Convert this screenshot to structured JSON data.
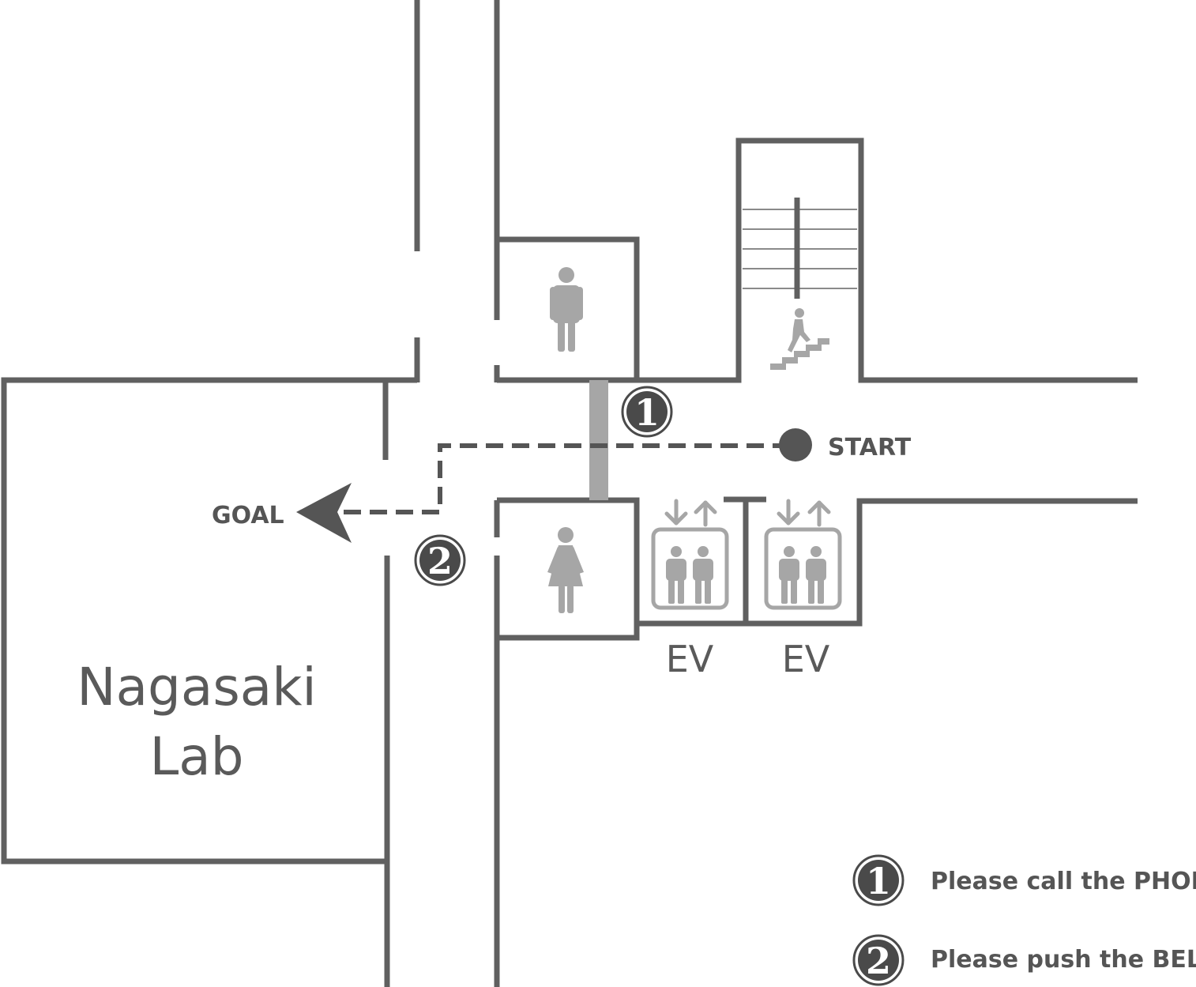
{
  "title": "Nagasaki Lab floor map",
  "room": {
    "line1": "Nagasaki",
    "line2": "Lab"
  },
  "route": {
    "start_label": "START",
    "goal_label": "GOAL"
  },
  "elevators": [
    {
      "label": "EV"
    },
    {
      "label": "EV"
    }
  ],
  "markers": [
    {
      "num": "1"
    },
    {
      "num": "2"
    }
  ],
  "legend": [
    {
      "num": "1",
      "text": "Please call the PHONE"
    },
    {
      "num": "2",
      "text": "Please push the BELL"
    }
  ],
  "colors": {
    "wall": "#606060",
    "icon": "#a6a6a6",
    "route": "#555555",
    "badge": "#4a4a4a"
  },
  "icons": [
    "men-restroom-icon",
    "women-restroom-icon",
    "stairs-icon",
    "elevator-icon"
  ]
}
